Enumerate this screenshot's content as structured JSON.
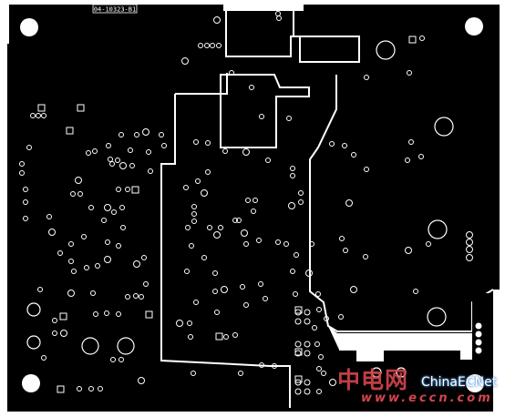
{
  "board": {
    "silk_label": "04-10323-B1",
    "colors": {
      "copper": "#000000",
      "clearance": "#ffffff",
      "background": "#ffffff"
    }
  },
  "watermark": {
    "chinese": "中电网",
    "english": "ChinaECNet",
    "url": "www.eccn.com",
    "colors": {
      "primary": "#d6454d",
      "glow": "#4a8bd0"
    }
  }
}
